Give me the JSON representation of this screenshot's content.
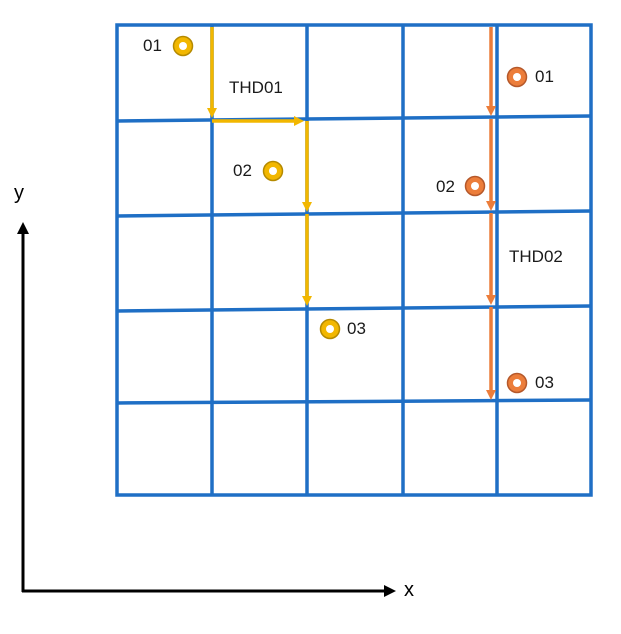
{
  "axes": {
    "x_label": "x",
    "y_label": "y"
  },
  "colors": {
    "grid": "#1f6fc5",
    "thread1": "#f2b700",
    "thread2": "#ec7d3a",
    "axis": "#000000"
  },
  "threads": [
    {
      "name": "THD01",
      "color_key": "thread1",
      "markers": [
        "01",
        "02",
        "03"
      ]
    },
    {
      "name": "THD02",
      "color_key": "thread2",
      "markers": [
        "01",
        "02",
        "03"
      ]
    }
  ]
}
